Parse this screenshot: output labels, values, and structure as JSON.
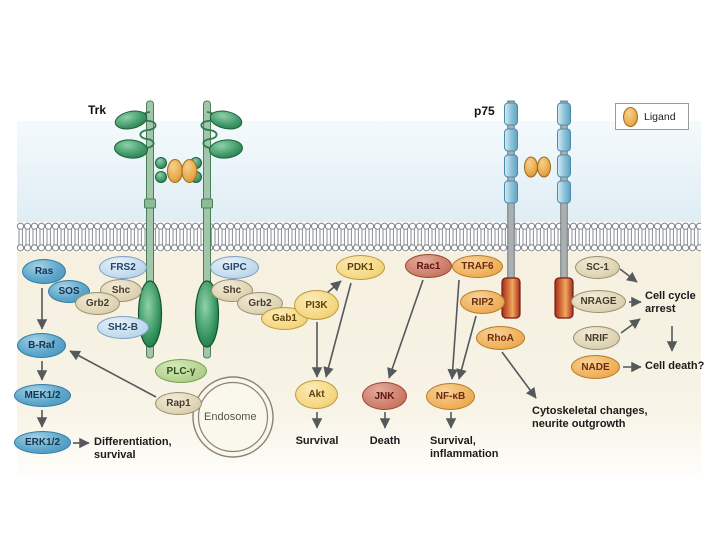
{
  "palette": {
    "extracellular_bg": "#e0edf4",
    "intracellular_bg": "#f5f0df",
    "membrane_gray": "#85898c",
    "arrow_gray": "#55595c",
    "trk_green": "#2f8f58",
    "p75_segment_blue": "#8fc4da",
    "p75_death_domain_red": "#b03020",
    "ligand_orange": "#e8ab4e",
    "node_blue": "#5ea7cb",
    "node_light_blue": "#c3dcee",
    "node_tan": "#e0d5b6",
    "node_yellow": "#f5d985",
    "node_green": "#b6d492",
    "node_red": "#cd7f6c",
    "node_orange": "#efb25e"
  },
  "receptor_labels": {
    "trk": "Trk",
    "p75": "p75"
  },
  "legend": {
    "ligand": "Ligand"
  },
  "nodes": {
    "ras": "Ras",
    "sos": "SOS",
    "frs2": "FRS2",
    "shc_left": "Shc",
    "grb2_left": "Grb2",
    "sh2b": "SH2-B",
    "braf": "B-Raf",
    "mek12": "MEK1/2",
    "erk12": "ERK1/2",
    "plc_gamma": "PLC-γ",
    "rap1": "Rap1",
    "endosome": "Endosome",
    "gipc": "GIPC",
    "shc_right": "Shc",
    "grb2_right": "Grb2",
    "gab1": "Gab1",
    "pi3k": "PI3K",
    "pdk1": "PDK1",
    "akt": "Akt",
    "rac1": "Rac1",
    "traf6": "TRAF6",
    "rip2": "RIP2",
    "rhoa": "RhoA",
    "jnk": "JNK",
    "nfkb": "NF-κB",
    "sc1": "SC-1",
    "nrage": "NRAGE",
    "nrif": "NRIF",
    "nade": "NADE"
  },
  "outcomes": {
    "differentiation_survival": "Differentiation,\nsurvival",
    "survival": "Survival",
    "death": "Death",
    "survival_inflammation": "Survival,\ninflammation",
    "cytoskeletal": "Cytoskeletal changes,\nneurite outgrowth",
    "cell_cycle_arrest": "Cell cycle\narrest",
    "cell_death": "Cell death?"
  }
}
